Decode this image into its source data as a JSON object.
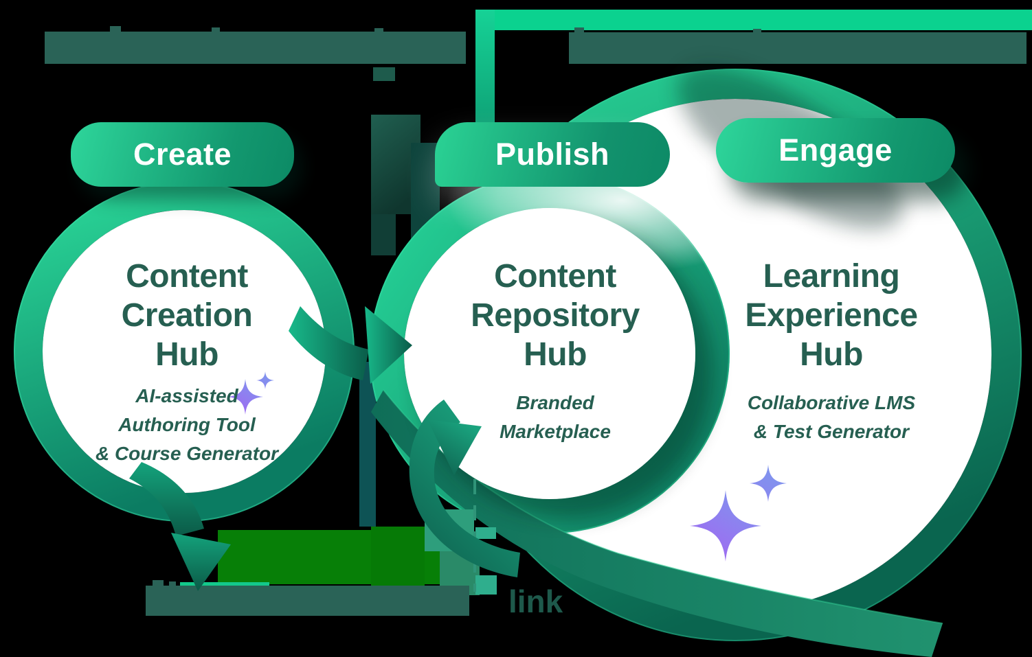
{
  "diagram": {
    "stages": [
      {
        "pill_label": "Create",
        "title_lines": [
          "Content",
          "Creation",
          "Hub"
        ],
        "subtitle_lines": [
          "AI-assisted",
          "Authoring Tool",
          "& Course Generator"
        ]
      },
      {
        "pill_label": "Publish",
        "title_lines": [
          "Content",
          "Repository",
          "Hub"
        ],
        "subtitle_lines": [
          "Branded",
          "Marketplace"
        ]
      },
      {
        "pill_label": "Engage",
        "title_lines": [
          "Learning",
          "Experience",
          "Hub"
        ],
        "subtitle_lines": [
          "Collaborative LMS",
          "& Test Generator"
        ]
      }
    ],
    "fragments": {
      "bottom_text": "link"
    },
    "icons": {
      "left_sparkle": "sparkle-icon",
      "right_sparkle": "sparkle-icon"
    },
    "colors": {
      "background": "#000000",
      "pill_gradient_start": "#2ed69b",
      "pill_gradient_end": "#0c8a65",
      "ring_bright": "#2bd899",
      "ring_dark": "#0a654f",
      "heading_text": "#265f51",
      "pill_text": "#ffffff",
      "redaction_dark_green": "#2a6357",
      "redaction_pure_green": "#077f07",
      "redaction_teal": "#2fae8d",
      "sparkle_blue": "#7f95ee",
      "sparkle_purple": "#a266f1"
    }
  }
}
